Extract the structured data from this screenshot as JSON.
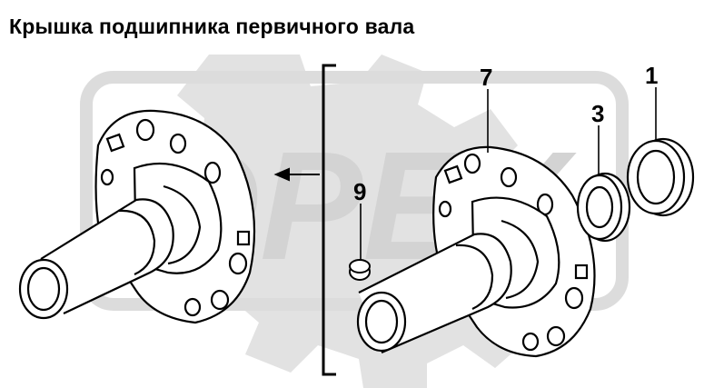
{
  "title": "Крышка подшипника первичного вала",
  "watermark": "OPEX",
  "callouts": {
    "part_1": "1",
    "part_3": "3",
    "part_7": "7",
    "part_9": "9"
  },
  "colors": {
    "line": "#000000",
    "watermark": "#cfcfcf",
    "background": "#ffffff"
  },
  "icons": {
    "direction_arrow": "arrow-left-icon"
  }
}
